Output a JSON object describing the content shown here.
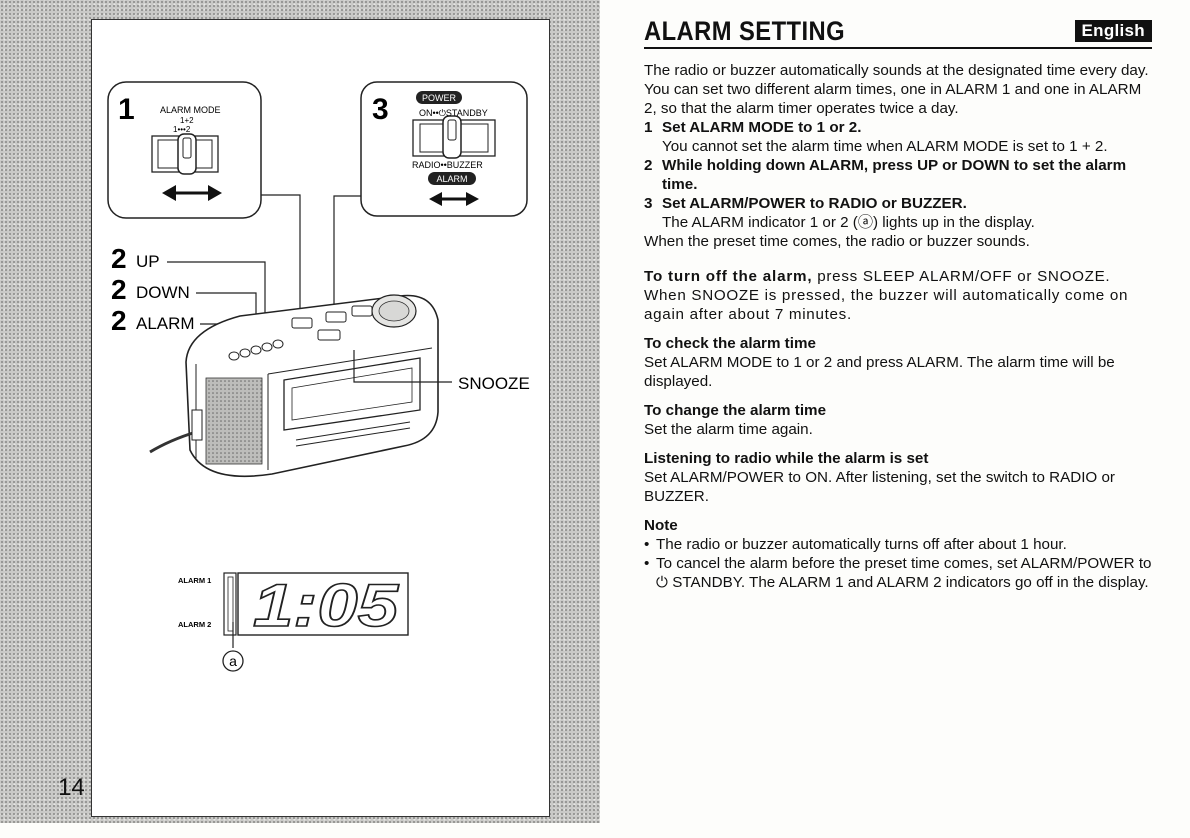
{
  "page": {
    "number": "14",
    "title": "ALARM SETTING",
    "language_badge": "English"
  },
  "illustration": {
    "callout1": {
      "number": "1",
      "label": "ALARM MODE",
      "positions": "1+2",
      "positions2": "1•••2"
    },
    "callout3": {
      "number": "3",
      "power_tag": "POWER",
      "top_label": "ON••⏻STANDBY",
      "bottom_label": "RADIO••BUZZER",
      "alarm_tag": "ALARM"
    },
    "buttons": [
      {
        "step": "2",
        "label": "UP"
      },
      {
        "step": "2",
        "label": "DOWN"
      },
      {
        "step": "2",
        "label": "ALARM"
      }
    ],
    "snooze_label": "SNOOZE",
    "display": {
      "alarm1": "ALARM 1",
      "alarm2": "ALARM 2",
      "time": "1:05",
      "marker": "a"
    }
  },
  "content": {
    "intro1": "The radio or buzzer automatically sounds at the designated time every day.",
    "intro2": "You can set two different alarm times, one in ALARM 1 and one in ALARM 2, so that the alarm timer operates twice a day.",
    "steps": [
      {
        "num": "1",
        "title": "Set ALARM MODE to 1 or 2.",
        "text": "You cannot set the alarm time when ALARM MODE is set to 1 + 2."
      },
      {
        "num": "2",
        "title": "While holding down ALARM, press UP or DOWN to set the alarm time.",
        "text": ""
      },
      {
        "num": "3",
        "title": "Set ALARM/POWER to RADIO or BUZZER.",
        "text": "The ALARM indicator 1 or 2 (ⓐ) lights up in the display."
      }
    ],
    "preset_text": "When the preset time comes, the radio or buzzer sounds.",
    "turn_off_lead": "To turn off the alarm,",
    "turn_off_text": " press SLEEP ALARM/OFF or SNOOZE. When SNOOZE is pressed, the buzzer will automatically come on again after about 7 minutes.",
    "sections": [
      {
        "title": "To check the alarm time",
        "text": "Set ALARM MODE to 1 or 2 and press ALARM.  The alarm time will be displayed."
      },
      {
        "title": "To change the alarm time",
        "text": "Set the alarm time again."
      },
      {
        "title": "Listening to radio while the alarm is set",
        "text": "Set ALARM/POWER to ON.  After listening, set the switch to RADIO or BUZZER."
      }
    ],
    "note_title": "Note",
    "notes": [
      "The radio or buzzer automatically turns off after about 1 hour.",
      "To cancel the alarm before the preset time comes, set ALARM/POWER to ⏻ STANDBY.  The ALARM 1 and ALARM 2 indicators go off in the display."
    ]
  }
}
